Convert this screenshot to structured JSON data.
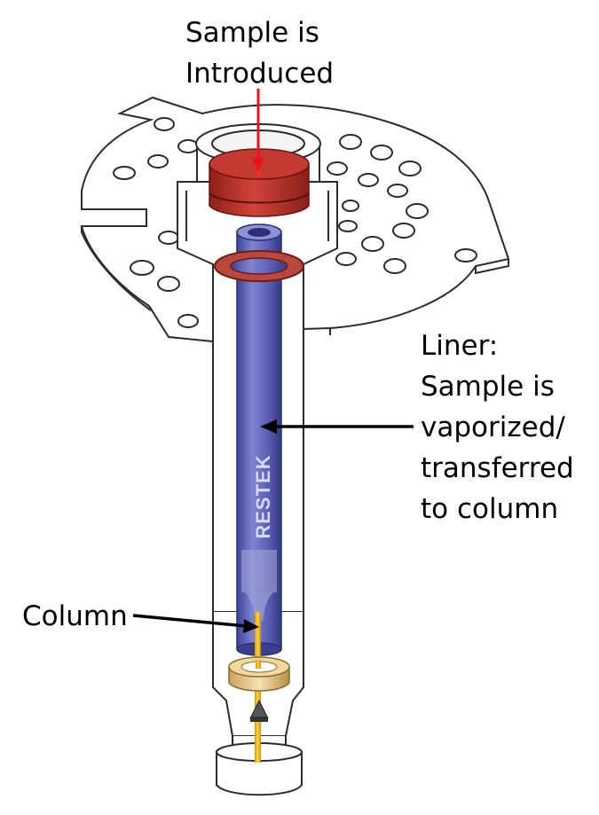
{
  "labels": {
    "sample": [
      "Sample is",
      "Introduced"
    ],
    "liner": [
      "Liner:",
      "Sample is",
      "vaporized/",
      "transferred",
      "to column"
    ],
    "column": [
      "Column"
    ]
  },
  "brand": "RESTEK",
  "colors": {
    "sample_arrow": "#e8141b",
    "pointer_arrow": "#000000",
    "septum": "#c0392b",
    "oring": "#b8473c",
    "liner": "#5a5fb4",
    "column": "#f2b400",
    "ferrule": "#e7c98f",
    "outline": "#2b2b2b"
  },
  "icons": [
    "arrow-down-red",
    "arrow-left-black"
  ]
}
